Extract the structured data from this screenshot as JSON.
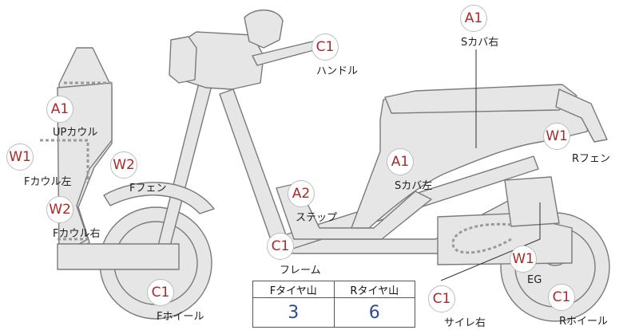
{
  "parts": [
    {
      "id": "s-cover-right",
      "code": "A1",
      "label": "Sカバ右"
    },
    {
      "id": "handle",
      "code": "C1",
      "label": "ハンドル"
    },
    {
      "id": "up-cowl",
      "code": "A1",
      "label": "UPカウル"
    },
    {
      "id": "f-cowl-left",
      "code": "W1",
      "label": "Fカウル左"
    },
    {
      "id": "f-fender",
      "code": "W2",
      "label": "Fフェン"
    },
    {
      "id": "f-cowl-right",
      "code": "W2",
      "label": "Fカウル右"
    },
    {
      "id": "step",
      "code": "A2",
      "label": "ステップ"
    },
    {
      "id": "s-cover-left",
      "code": "A1",
      "label": "Sカバ左"
    },
    {
      "id": "r-fender",
      "code": "W1",
      "label": "Rフェン"
    },
    {
      "id": "frame",
      "code": "C1",
      "label": "フレーム"
    },
    {
      "id": "f-wheel",
      "code": "C1",
      "label": "Fホイール"
    },
    {
      "id": "muffler-right",
      "code": "C1",
      "label": "サイレ右"
    },
    {
      "id": "engine",
      "code": "W1",
      "label": "EG"
    },
    {
      "id": "r-wheel",
      "code": "C1",
      "label": "Rホイール"
    }
  ],
  "tire_tread": {
    "front_label": "Fタイヤ山",
    "front_value": "3",
    "rear_label": "Rタイヤ山",
    "rear_value": "6",
    "value_color": "#2b4a9a"
  },
  "colors": {
    "badge_text": "#a72a2a",
    "body_fill": "#e6e6e6",
    "outline": "#7a7a7a"
  }
}
